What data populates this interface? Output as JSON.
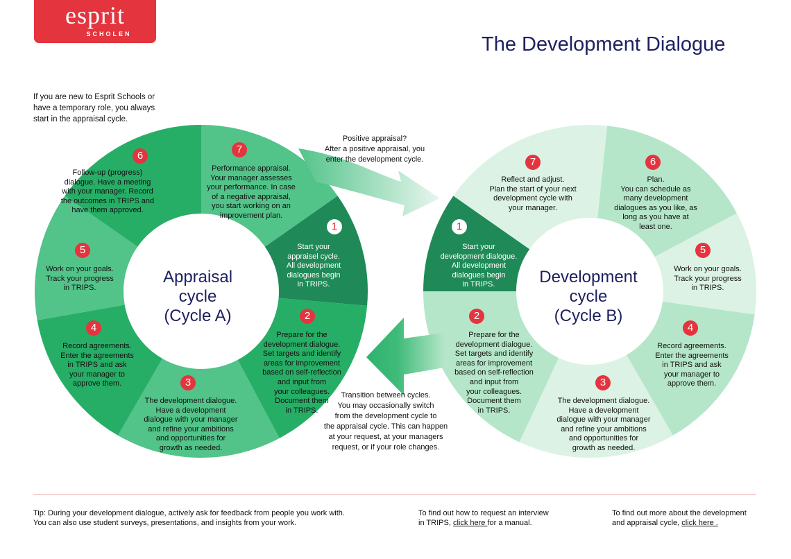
{
  "logo": {
    "word": "esprit",
    "sub": "SCHOLEN"
  },
  "title": "The Development Dialogue",
  "intro": "If you are new to Esprit Schools or\nhave a temporary role, you always\nstart in the appraisal cycle.",
  "positive_note": "Positive appraisal?\nAfter a positive appraisal, you\nenter the development cycle.",
  "transition_note": "Transition between cycles.\nYou may occasionally switch\nfrom the development cycle to\nthe appraisal cycle. This can happen\nat your request, at your managers\nrequest, or if your role changes.",
  "colors": {
    "accent": "#e4343e",
    "navy": "#1e2160",
    "dark_green": "#1f8a57",
    "green": "#27ae66",
    "mid_green": "#52c389",
    "pale_green": "#b5e6c9",
    "paler_green": "#dcf2e4"
  },
  "cycle_a": {
    "label": "Appraisal\ncycle\n(Cycle A)",
    "steps": [
      {
        "n": "1",
        "text": "Start your\nappraisel cycle.\nAll development\ndialogues begin\nin TRIPS."
      },
      {
        "n": "2",
        "text": "Prepare for the\ndevelopment dialogue.\nSet targets and identify\nareas for improvement\nbased on self-reflection\nand input from\nyour colleagues.\nDocument them\nin TRIPS."
      },
      {
        "n": "3",
        "text": "The development dialogue.\nHave a development\ndialogue with your manager\nand refine your ambitions\nand opportunities for\ngrowth as needed."
      },
      {
        "n": "4",
        "text": "Record agreements.\nEnter the agreements\nin TRIPS and ask\nyour manager to\napprove them."
      },
      {
        "n": "5",
        "text": "Work on your goals.\nTrack your progress\nin TRIPS."
      },
      {
        "n": "6",
        "text": "Follow-up (progress)\ndialogue. Have a meeting\nwith your manager. Record\nthe outcomes in TRIPS and\nhave them approved."
      },
      {
        "n": "7",
        "text": "Performance appraisal.\nYour manager assesses\nyour performance. In case\nof a negative appraisal,\nyou start working on an\nimprovement plan."
      }
    ]
  },
  "cycle_b": {
    "label": "Development\ncycle\n(Cycle B)",
    "steps": [
      {
        "n": "1",
        "text": "Start your\ndevelopment dialogue.\nAll development\ndialogues begin\nin TRIPS."
      },
      {
        "n": "2",
        "text": "Prepare for the\ndevelopment dialogue.\nSet targets and identify\nareas for improvement\nbased on self-reflection\nand input from\nyour colleagues.\nDocument them\nin TRIPS."
      },
      {
        "n": "3",
        "text": "The development dialogue.\nHave a development\ndialogue with your manager\nand refine your ambitions\nand opportunities for\ngrowth as needed."
      },
      {
        "n": "4",
        "text": "Record agreements.\nEnter the agreements\nin TRIPS and ask\nyour manager to\napprove them."
      },
      {
        "n": "5",
        "text": "Work on your goals.\nTrack your progress\nin TRIPS."
      },
      {
        "n": "6",
        "text": "Plan.\nYou can schedule as\nmany development\ndialogues as you like, as\nlong as you have at\nleast one."
      },
      {
        "n": "7",
        "text": "Reflect and adjust.\nPlan the start of your next\ndevelopment cycle with\nyour manager."
      }
    ]
  },
  "footer": {
    "tip": "Tip: During your development dialogue, actively ask for feedback from people you work with.\nYou can also use student surveys, presentations, and insights from your work.",
    "manual_pre": "To find out how to request an interview",
    "manual_mid": "in TRIPS, ",
    "manual_link": "click here ",
    "manual_post": " for a manual.",
    "more_pre": "To find out more about the development",
    "more_mid": "and appraisal cycle, ",
    "more_link": "click here ."
  }
}
